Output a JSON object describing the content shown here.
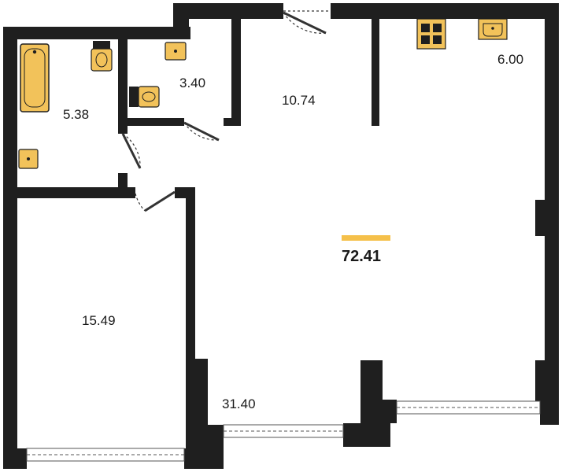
{
  "plan": {
    "wall_color": "#1f1f1f",
    "fixture_color": "#f2c25a",
    "accent_color": "#f5c04a",
    "total_area": "72.41",
    "rooms": [
      {
        "id": "bathroom",
        "area": "5.38"
      },
      {
        "id": "toilet",
        "area": "3.40"
      },
      {
        "id": "hallway",
        "area": "10.74"
      },
      {
        "id": "kitchen",
        "area": "6.00"
      },
      {
        "id": "bedroom",
        "area": "15.49"
      },
      {
        "id": "living-room",
        "area": "31.40"
      }
    ],
    "fixtures": [
      "bathtub-icon",
      "toilet-icon",
      "sink-icon",
      "stove-icon",
      "kitchen-sink-icon"
    ]
  }
}
